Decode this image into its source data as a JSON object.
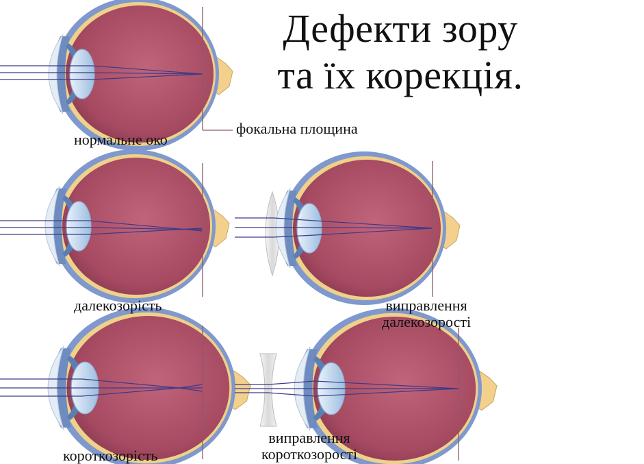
{
  "title": {
    "line1": "Дефекти зору",
    "line2": "та їх корекція."
  },
  "labels": {
    "normal_eye": "нормальне око",
    "focal_plane": "фокальна площина",
    "hyperopia": "далекозорість",
    "hyperopia_fix_line1": "виправлення",
    "hyperopia_fix_line2": "далекозорості",
    "myopia": "короткозорість",
    "myopia_fix_line1": "виправлення",
    "myopia_fix_line2": "короткозорості"
  },
  "colors": {
    "eyeball": "#b5546a",
    "sclera": "#7b93c8",
    "retina_band": "#f0d28a",
    "cornea": "#dfe9f3",
    "lens": "#c7ddf3",
    "rays": "#3d3a88",
    "focal_line": "#8a5a68"
  }
}
